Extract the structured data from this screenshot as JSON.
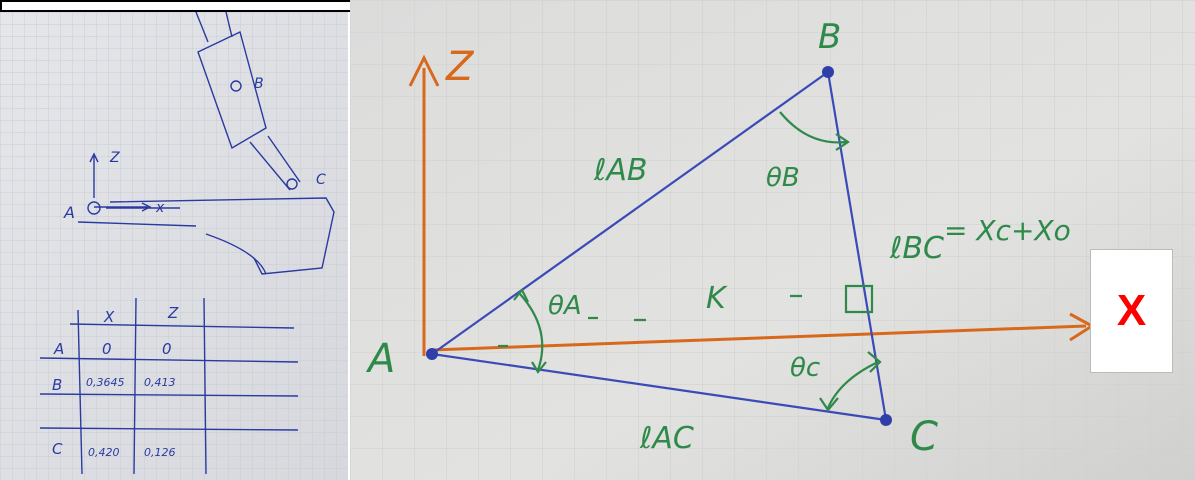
{
  "left_sketch": {
    "labels": {
      "z_axis": "Z",
      "x_axis": "x",
      "point_a": "A",
      "point_b": "B",
      "point_c": "C"
    },
    "table": {
      "headers": [
        "X",
        "Z"
      ],
      "rows": [
        {
          "label": "A",
          "x": "0",
          "z": "0"
        },
        {
          "label": "B",
          "x": "0,3645",
          "z": "0,413"
        },
        {
          "label": "C",
          "x": "0,420",
          "z": "0,126"
        }
      ]
    }
  },
  "diagram": {
    "axis_z_label": "Z",
    "axis_x_label": "X",
    "vertex_a": "A",
    "vertex_b": "B",
    "vertex_c": "C",
    "side_ab": "ℓAB",
    "side_ac": "ℓAC",
    "side_bc": "ℓBC",
    "bc_equation": "= Xc+Xo",
    "angle_a": "θA",
    "angle_b": "θB",
    "angle_c": "θc",
    "k_label": "K",
    "colors": {
      "axis": "#d8691c",
      "triangle": "#3a4ab8",
      "annotation": "#2f8a4a",
      "x_mark": "#ff0000"
    }
  }
}
